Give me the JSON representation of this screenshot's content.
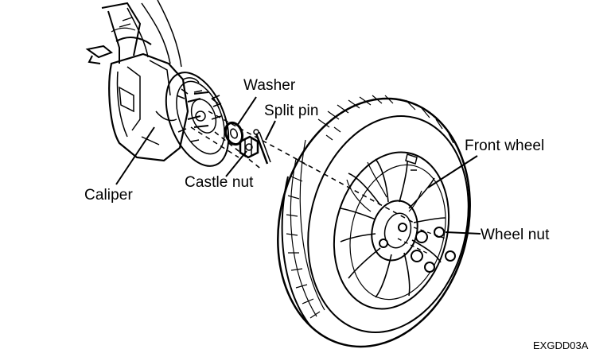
{
  "labels": {
    "washer": "Washer",
    "split_pin": "Split pin",
    "front_wheel": "Front wheel",
    "caliper": "Caliper",
    "castle_nut": "Castle nut",
    "wheel_nut": "Wheel nut"
  },
  "figure_code": "EXGDD03A",
  "colors": {
    "ink": "#000000",
    "paper": "#ffffff"
  }
}
